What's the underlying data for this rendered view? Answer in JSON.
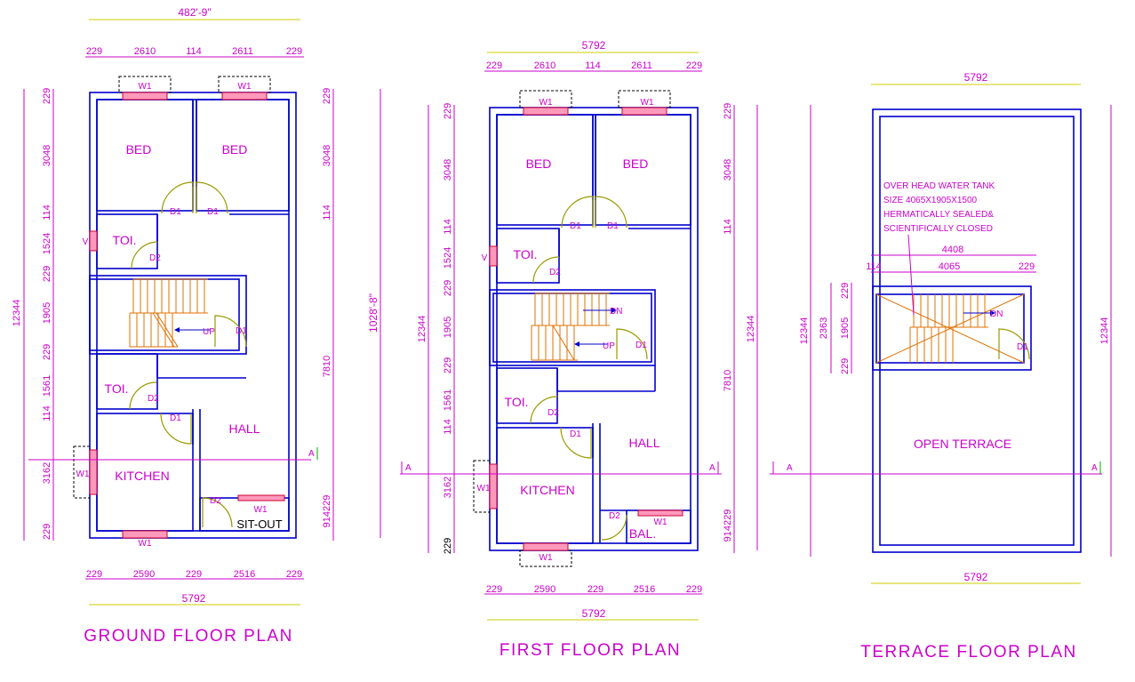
{
  "ground_floor": {
    "title": "GROUND FLOOR PLAN",
    "overall_top": "482'-9\"",
    "top_dims": [
      "229",
      "2610",
      "114",
      "2611",
      "229"
    ],
    "bottom_dims": [
      "229",
      "2590",
      "229",
      "2516",
      "229"
    ],
    "bottom_total": "5792",
    "left_total": "12344",
    "left_dims": [
      "229",
      "3048",
      "114",
      "1524",
      "229",
      "1905",
      "229",
      "1561",
      "114",
      "3162",
      "229"
    ],
    "right_dims": [
      "229",
      "3048",
      "114",
      "7810",
      "914229"
    ],
    "right_total": "1028'-8\"",
    "rooms": [
      "BED",
      "BED",
      "TOI.",
      "TOI.",
      "KITCHEN",
      "HALL",
      "SIT-OUT"
    ],
    "labels": [
      "W1",
      "W1",
      "W1",
      "W1",
      "W1",
      "D1",
      "D1",
      "D2",
      "D1",
      "D2",
      "D1",
      "D2",
      "UP",
      "V",
      "A"
    ]
  },
  "first_floor": {
    "title": "FIRST FLOOR PLAN",
    "top_total": "5792",
    "top_dims": [
      "229",
      "2610",
      "114",
      "2611",
      "229"
    ],
    "bottom_dims": [
      "229",
      "2590",
      "229",
      "2516",
      "229"
    ],
    "bottom_total": "5792",
    "left_total": "12344",
    "left_dims": [
      "229",
      "3048",
      "114",
      "1524",
      "229",
      "1905",
      "229",
      "1561",
      "114",
      "3162"
    ],
    "left_bottom": "229",
    "right_dims": [
      "229",
      "3048",
      "114",
      "7810",
      "914229"
    ],
    "right_total": "12344",
    "rooms": [
      "BED",
      "BED",
      "TOI.",
      "TOI.",
      "KITCHEN",
      "HALL",
      "BAL."
    ],
    "labels": [
      "W1",
      "W1",
      "W1",
      "W1",
      "W1",
      "D1",
      "D1",
      "D2",
      "D1",
      "D2",
      "D1",
      "D2",
      "UP",
      "DN",
      "V",
      "A",
      "A"
    ]
  },
  "terrace_floor": {
    "title": "TERRACE FLOOR PLAN",
    "top_total": "5792",
    "bottom_total": "5792",
    "left_total": "12344",
    "right_total": "12344",
    "note_lines": [
      "OVER HEAD WATER TANK",
      "SIZE 4065X1905X1500",
      "HERMATICALLY SEALED&",
      "SCIENTIFICALLY CLOSED"
    ],
    "tank_total": "4408",
    "tank_dims": [
      "114",
      "4065",
      "229"
    ],
    "stair_dims": [
      "229",
      "2363",
      "1905",
      "229"
    ],
    "room": "OPEN TERRACE",
    "labels": [
      "DN",
      "D1",
      "A",
      "A"
    ]
  }
}
